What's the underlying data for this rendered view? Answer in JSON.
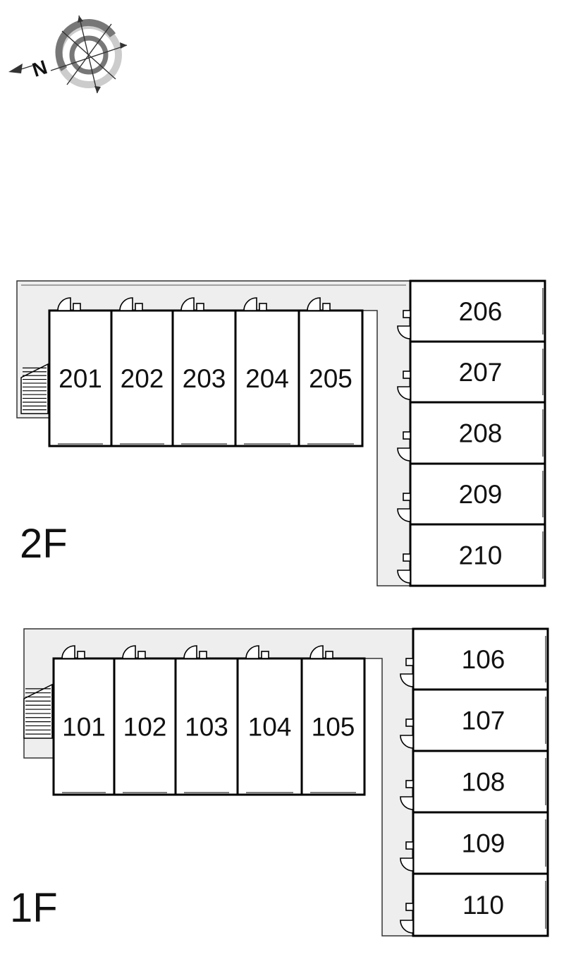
{
  "compass": {
    "letter": "N",
    "icon": "compass-north-icon"
  },
  "floors": [
    {
      "label": "2F",
      "rooms_row": [
        "201",
        "202",
        "203",
        "204",
        "205"
      ],
      "rooms_col": [
        "206",
        "207",
        "208",
        "209",
        "210"
      ]
    },
    {
      "label": "1F",
      "rooms_row": [
        "101",
        "102",
        "103",
        "104",
        "105"
      ],
      "rooms_col": [
        "106",
        "107",
        "108",
        "109",
        "110"
      ]
    }
  ],
  "colors": {
    "corridor": "#eeeeee",
    "wall": "#000000",
    "compass_dark": "#777777",
    "compass_light": "#cccccc"
  }
}
